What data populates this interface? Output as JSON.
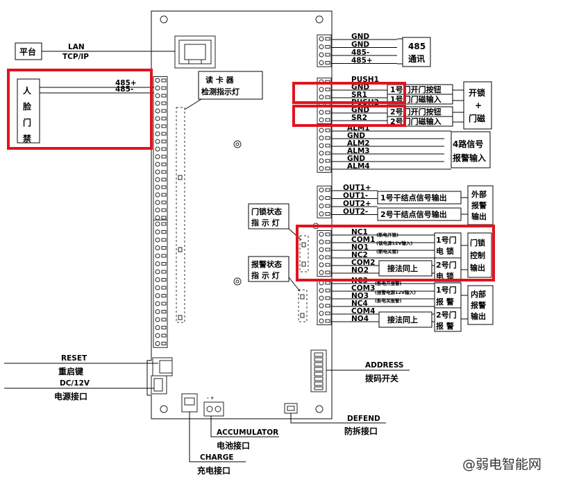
{
  "left": {
    "platform_label": "平台",
    "lan_label": "LAN",
    "tcpip_label": "TCP/IP",
    "face_chars": [
      "人",
      "脸",
      "门",
      "禁"
    ],
    "rs485_plus": "485+",
    "rs485_minus": "485-",
    "reset_label": "RESET",
    "reset_cn": "重启键",
    "dc_label": "DC/12V",
    "dc_cn": "电源接口"
  },
  "callouts": {
    "card_reader_line1": "读 卡 器",
    "card_reader_line2": "检测指示灯",
    "door_lock_line1": "门锁状态",
    "door_lock_line2": "指 示 灯",
    "alarm_line1": "报警状态",
    "alarm_line2": "指 示 灯"
  },
  "comm": {
    "pins": [
      "GND",
      "GND",
      "485-",
      "485+"
    ],
    "box_line1": "485",
    "box_line2": "通讯"
  },
  "push": {
    "rows": [
      "PUSH1",
      "GND",
      "SR1",
      "PUSH2",
      "GND",
      "SR2"
    ],
    "labels": [
      "1号门开门按钮",
      "1号门门磁输入",
      "2号门开门按钮",
      "2号门门磁输入"
    ],
    "group_line1": "开锁",
    "group_line2": "+",
    "group_line3": "门磁"
  },
  "alarm_in": {
    "rows": [
      "ALM1",
      "GND",
      "ALM2",
      "ALM3",
      "GND",
      "ALM4"
    ],
    "box_line1": "4路信号",
    "box_line2": "报警输入"
  },
  "outputs": {
    "rows": [
      "OUT1+",
      "OUT1-",
      "OUT2+",
      "OUT2-"
    ],
    "labels": [
      "1号干结点信号输出",
      "2号干结点信号输出"
    ],
    "box_lines": [
      "外部",
      "报警",
      "输出"
    ]
  },
  "lock": {
    "rows": [
      "NC1",
      "COM1",
      "NO1",
      "NC2",
      "COM2",
      "NO2"
    ],
    "notes": [
      "(断电开锁)",
      "(锁电源12V输入)",
      "(断电关锁)"
    ],
    "same_note": "接法同上",
    "door1_lines": [
      "1号门",
      "电  锁"
    ],
    "door2_lines": [
      "2号门",
      "电  锁"
    ],
    "group_lines": [
      "门锁",
      "控制",
      "输出"
    ]
  },
  "alarm_out": {
    "rows": [
      "NC3",
      "COM3",
      "NO3",
      "NC4",
      "COM4",
      "NO4"
    ],
    "notes": [
      "(断电开报警)",
      "(报警电源12V输入)",
      "(断电关报警)"
    ],
    "same_note": "接法同上",
    "door1_lines": [
      "1号门",
      "报  警"
    ],
    "door2_lines": [
      "2号门",
      "报  警"
    ],
    "group_lines": [
      "内部",
      "报警",
      "输出"
    ]
  },
  "bottom": {
    "address_label": "ADDRESS",
    "address_cn": "拨码开关",
    "defend_label": "DEFEND",
    "defend_cn": "防拆接口",
    "accumulator_label": "ACCUMULATOR",
    "accumulator_cn": "电池接口",
    "charge_label": "CHARGE",
    "charge_cn": "充电接口",
    "minus_plus": "- +"
  },
  "watermark": "@弱电智能网",
  "colors": {
    "highlight": "#e0141e"
  }
}
